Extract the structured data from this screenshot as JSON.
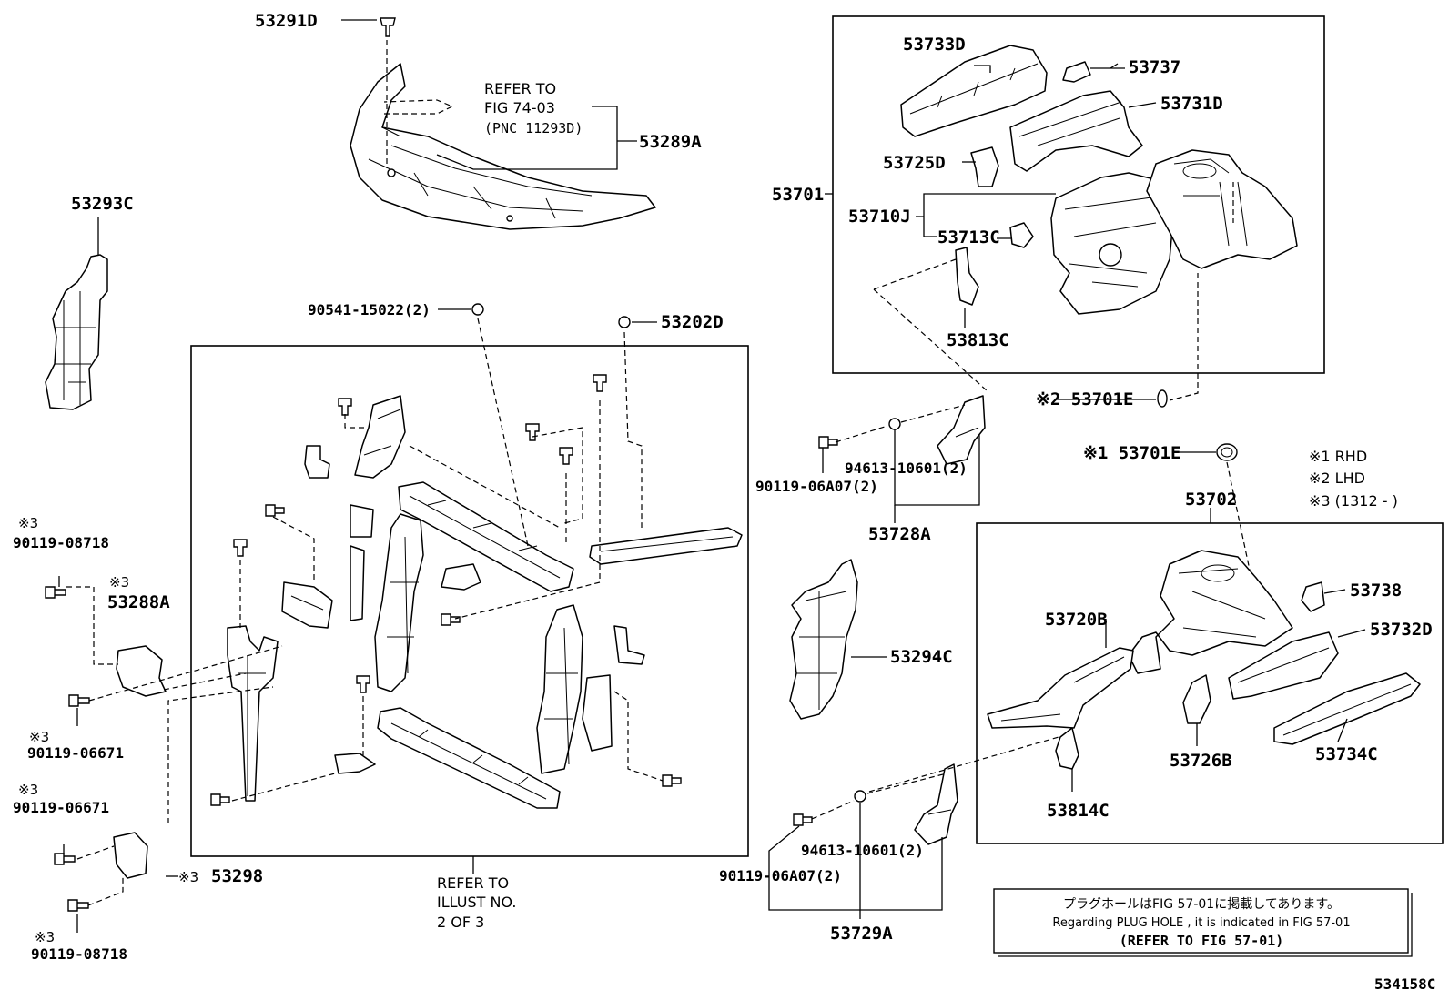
{
  "diagram_id": "534158C",
  "refer_top": {
    "line1": "REFER TO",
    "line2": "FIG 74-03",
    "line3": "(PNC 11293D)"
  },
  "refer_bottom": {
    "line1": "REFER TO",
    "line2": "ILLUST NO.",
    "line3": "2 OF 3"
  },
  "legend": {
    "m1": "※1 RHD",
    "m2": "※2 LHD",
    "m3": "※3 (1312 -    )"
  },
  "infobox": {
    "jp": "プラグホールはFIG 57-01に掲載してあります。",
    "en": "Regarding  PLUG  HOLE , it is indicated in FIG  57-01",
    "ref": "(REFER TO FIG 57-01)"
  },
  "mark3": "※3",
  "parts": {
    "p53291D": "53291D",
    "p53289A": "53289A",
    "p53293C": "53293C",
    "p90541": "90541-15022(2)",
    "p53202D": "53202D",
    "p90119_08718_top": "90119-08718",
    "p53288A": "53288A",
    "p90119_06671_a": "90119-06671",
    "p90119_06671_b": "90119-06671",
    "p53298": "53298",
    "p90119_08718_bot": "90119-08718",
    "p53701": "53701",
    "p53733D": "53733D",
    "p53737": "53737",
    "p53731D": "53731D",
    "p53725D": "53725D",
    "p53710J": "53710J",
    "p53713C": "53713C",
    "p53813C": "53813C",
    "p53701E_2": "※2 53701E",
    "p53701E_1": "※1 53701E",
    "p94613_a": "94613-10601(2)",
    "p90119_06A07_a": "90119-06A07(2)",
    "p53728A": "53728A",
    "p53702": "53702",
    "p53738": "53738",
    "p53720B": "53720B",
    "p53732D": "53732D",
    "p53294C": "53294C",
    "p53726B": "53726B",
    "p53734C": "53734C",
    "p53814C": "53814C",
    "p94613_b": "94613-10601(2)",
    "p90119_06A07_b": "90119-06A07(2)",
    "p53729A": "53729A"
  }
}
